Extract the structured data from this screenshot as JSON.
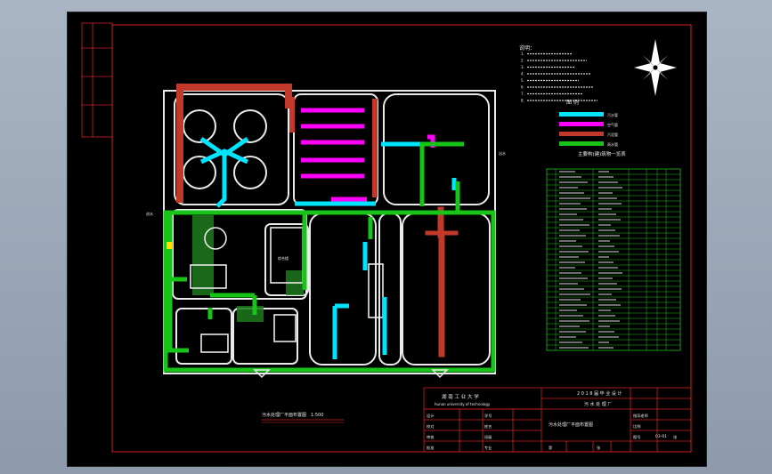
{
  "title_block": {
    "school": "湖 南 工 业 大 学",
    "school_en": "hunan university of technology",
    "design_title": "2 0 1 8 届 毕 业 设 计",
    "project": "污 水 处 理 厂",
    "drawing_name": "污水处理厂平面布置图",
    "drawing_no": "03-01",
    "labels": [
      "设计",
      "校对",
      "审核",
      "批准",
      "学号",
      "姓名",
      "班级",
      "专业",
      "指导老师",
      "比例",
      "图号",
      "张",
      "第",
      "张"
    ]
  },
  "plan_caption": "污水处理厂平面布置图　1:500",
  "legend_title": "图 例",
  "legend": [
    {
      "color": "#00e5ff",
      "label": "污水管"
    },
    {
      "color": "#ff00ff",
      "label": "空气管"
    },
    {
      "color": "#c0392b",
      "label": "污泥管"
    },
    {
      "color": "#19c419",
      "label": "雨水管"
    }
  ],
  "table_title": "主要构(建)筑物一览表",
  "notes_title": "说明：",
  "notes_count": 8,
  "table_rows": 34
}
